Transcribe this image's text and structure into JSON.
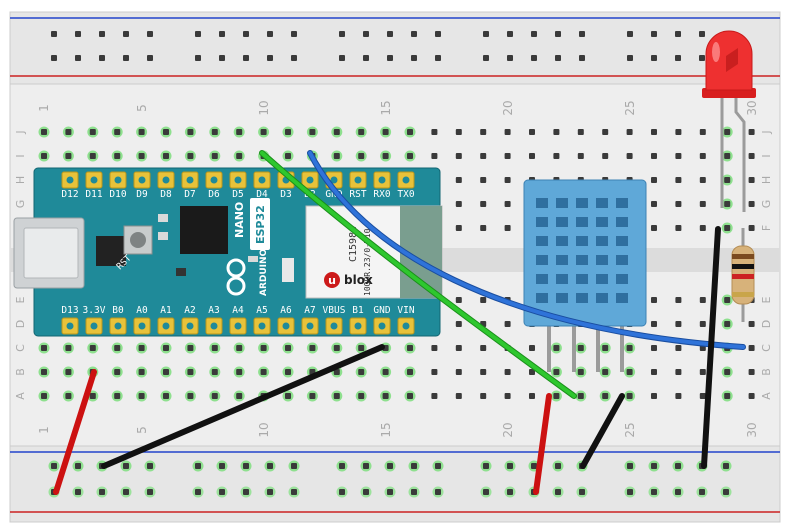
{
  "breadboard": {
    "column_numbers": [
      "1",
      "5",
      "10",
      "15",
      "20",
      "25",
      "30"
    ],
    "row_letters_top": [
      "J",
      "I",
      "H",
      "G",
      "F"
    ],
    "row_letters_bottom": [
      "E",
      "D",
      "C",
      "B",
      "A"
    ]
  },
  "arduino": {
    "top_pins": [
      "D12",
      "D11",
      "D10",
      "D9",
      "D8",
      "D7",
      "D6",
      "D5",
      "D4",
      "D3",
      "D2",
      "GND",
      "RST",
      "RX0",
      "TX0"
    ],
    "bottom_pins": [
      "D13",
      "3.3V",
      "B0",
      "A0",
      "A1",
      "A2",
      "A3",
      "A4",
      "A5",
      "A6",
      "A7",
      "VBUS",
      "B1",
      "GND",
      "VIN"
    ],
    "logo_nano": "NANO",
    "logo_esp32": "ESP32",
    "logo_arduino": "ARDUINO",
    "reset_label": "RST",
    "module_code": "C15984",
    "module_brand": "blox",
    "module_brand_mark": "u",
    "module_side_text": "10QQR.23/0-W10"
  },
  "colors": {
    "board": "#eeeeee",
    "rail_red": "#cc2222",
    "rail_blue": "#2244cc",
    "arduino_body": "#1f8a99",
    "dht_body": "#5fa8d8",
    "wire_red": "#cc1111",
    "wire_black": "#111111",
    "wire_green": "#1fb21f",
    "wire_blue": "#2566cc",
    "led": "#ee2222"
  }
}
